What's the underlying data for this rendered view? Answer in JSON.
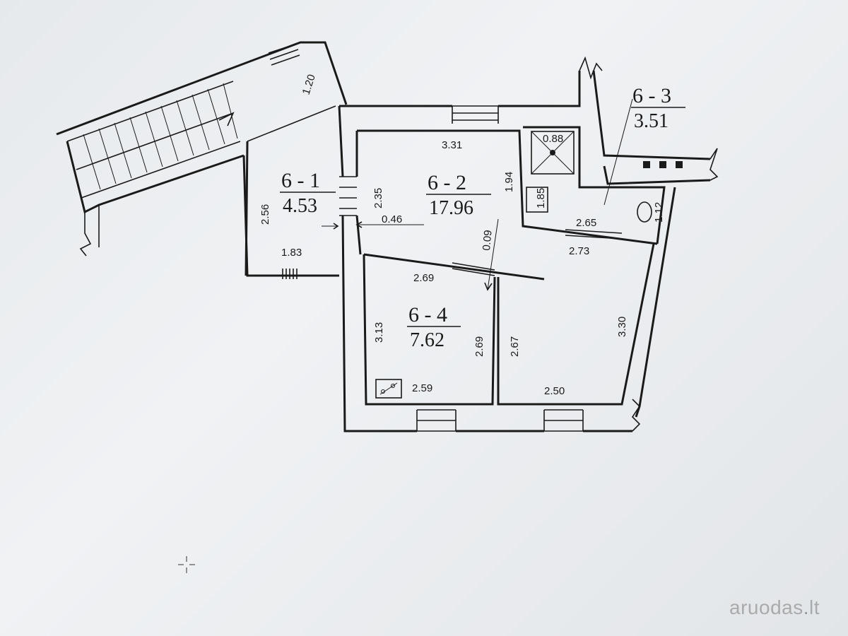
{
  "plan": {
    "rooms": [
      {
        "id": "6 - 1",
        "area": "4.53"
      },
      {
        "id": "6 - 2",
        "area": "17.96"
      },
      {
        "id": "6 - 3",
        "area": "3.51"
      },
      {
        "id": "6 - 4",
        "area": "7.62"
      }
    ],
    "dimensions": {
      "stair_width": "1.20",
      "r61_height": "2.56",
      "r61_width": "1.83",
      "r62_opening": "2.35",
      "r62_top": "3.31",
      "r62_right": "1.94",
      "r62_step": "0.46",
      "r62_wall": "0.09",
      "shower_width": "0.88",
      "shower_height": "1.85",
      "wc_width": "2.65",
      "wc_height": "1.12",
      "corridor_width": "2.73",
      "r64_top": "2.69",
      "r64_left": "3.13",
      "r64_right": "2.69",
      "r64_bottom": "2.59",
      "kitchen_left": "2.67",
      "kitchen_right": "3.30",
      "kitchen_bottom": "2.50"
    }
  },
  "watermark": {
    "brand": "aruodas",
    "dot": ".",
    "tld": "lt"
  }
}
